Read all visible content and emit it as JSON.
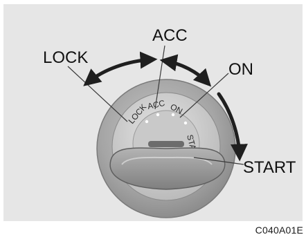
{
  "labels": {
    "lock": "LOCK",
    "acc": "ACC",
    "on": "ON",
    "start": "START"
  },
  "key_face": {
    "lock": "LOCK",
    "acc": "ACC",
    "on": "ON",
    "start": "START"
  },
  "caption": "C040A01E",
  "colors": {
    "background": "#e6e6e6",
    "arrow": "#1f1f1f",
    "leader_line": "#3a3a3a",
    "cylinder_outer": "#a8a8a8",
    "cylinder_inner": "#d2d2d2",
    "key": "#9a9a9a"
  },
  "icons": {
    "arrow_lock_acc": "double-headed-curved-arrow",
    "arrow_acc_on": "double-headed-curved-arrow",
    "arrow_on_start": "single-headed-curved-arrow"
  }
}
